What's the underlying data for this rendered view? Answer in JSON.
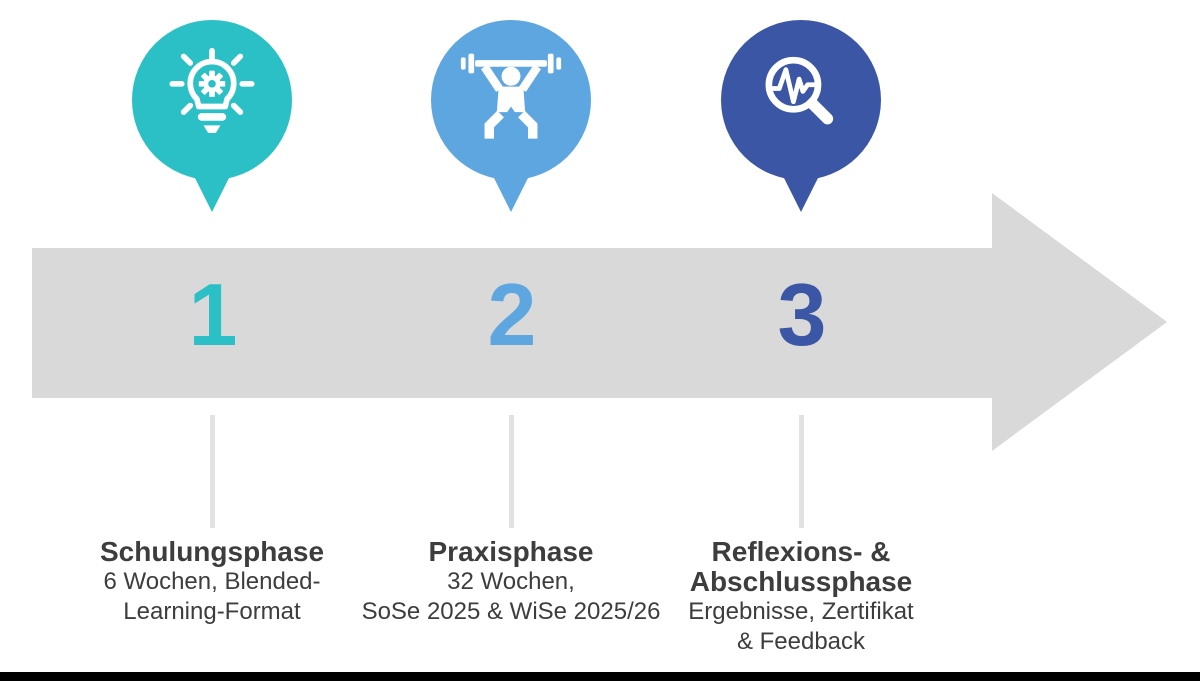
{
  "arrow": {
    "color": "#D9D9D9"
  },
  "connector": {
    "color": "#E2E2E2"
  },
  "bottom_bar": {
    "color": "#000000"
  },
  "text_color": "#3D3D3D",
  "phases": [
    {
      "number": "1",
      "color": "#2BBFC6",
      "icon": "lightbulb-gear-icon",
      "title_lines": [
        "Schulungsphase"
      ],
      "subtitle_lines": [
        "6 Wochen, Blended-",
        "Learning-Format"
      ]
    },
    {
      "number": "2",
      "color": "#5EA6E0",
      "icon": "weightlifter-icon",
      "title_lines": [
        "Praxisphase"
      ],
      "subtitle_lines": [
        "32 Wochen,",
        "SoSe 2025 & WiSe 2025/26"
      ]
    },
    {
      "number": "3",
      "color": "#3A56A4",
      "icon": "magnifier-pulse-icon",
      "title_lines": [
        "Reflexions- &",
        "Abschlussphase"
      ],
      "subtitle_lines": [
        "Ergebnisse, Zertifikat",
        "& Feedback"
      ]
    }
  ]
}
